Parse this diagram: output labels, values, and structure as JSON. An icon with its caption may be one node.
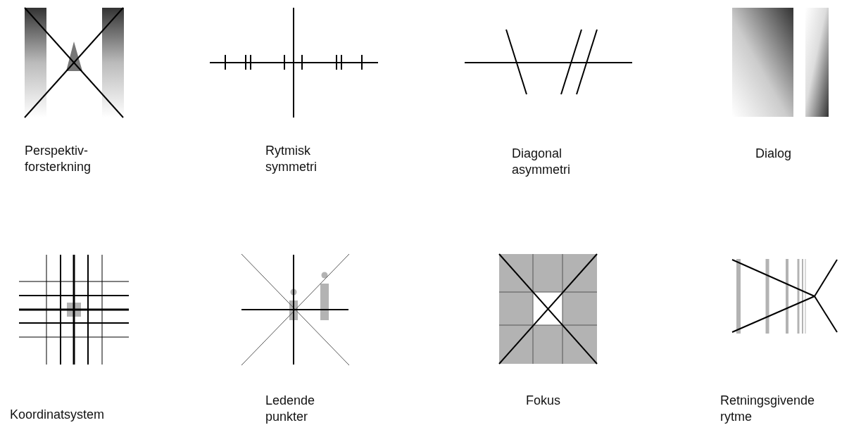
{
  "diagram": {
    "labels": [
      "Perspektiv- forsterkning",
      "Rytmisk symmetri",
      "Diagonal asymmetri",
      "Dialog",
      "Koordinatsystem",
      "Ledende punkter",
      "Fokus",
      "Retningsgivende rytme"
    ]
  }
}
